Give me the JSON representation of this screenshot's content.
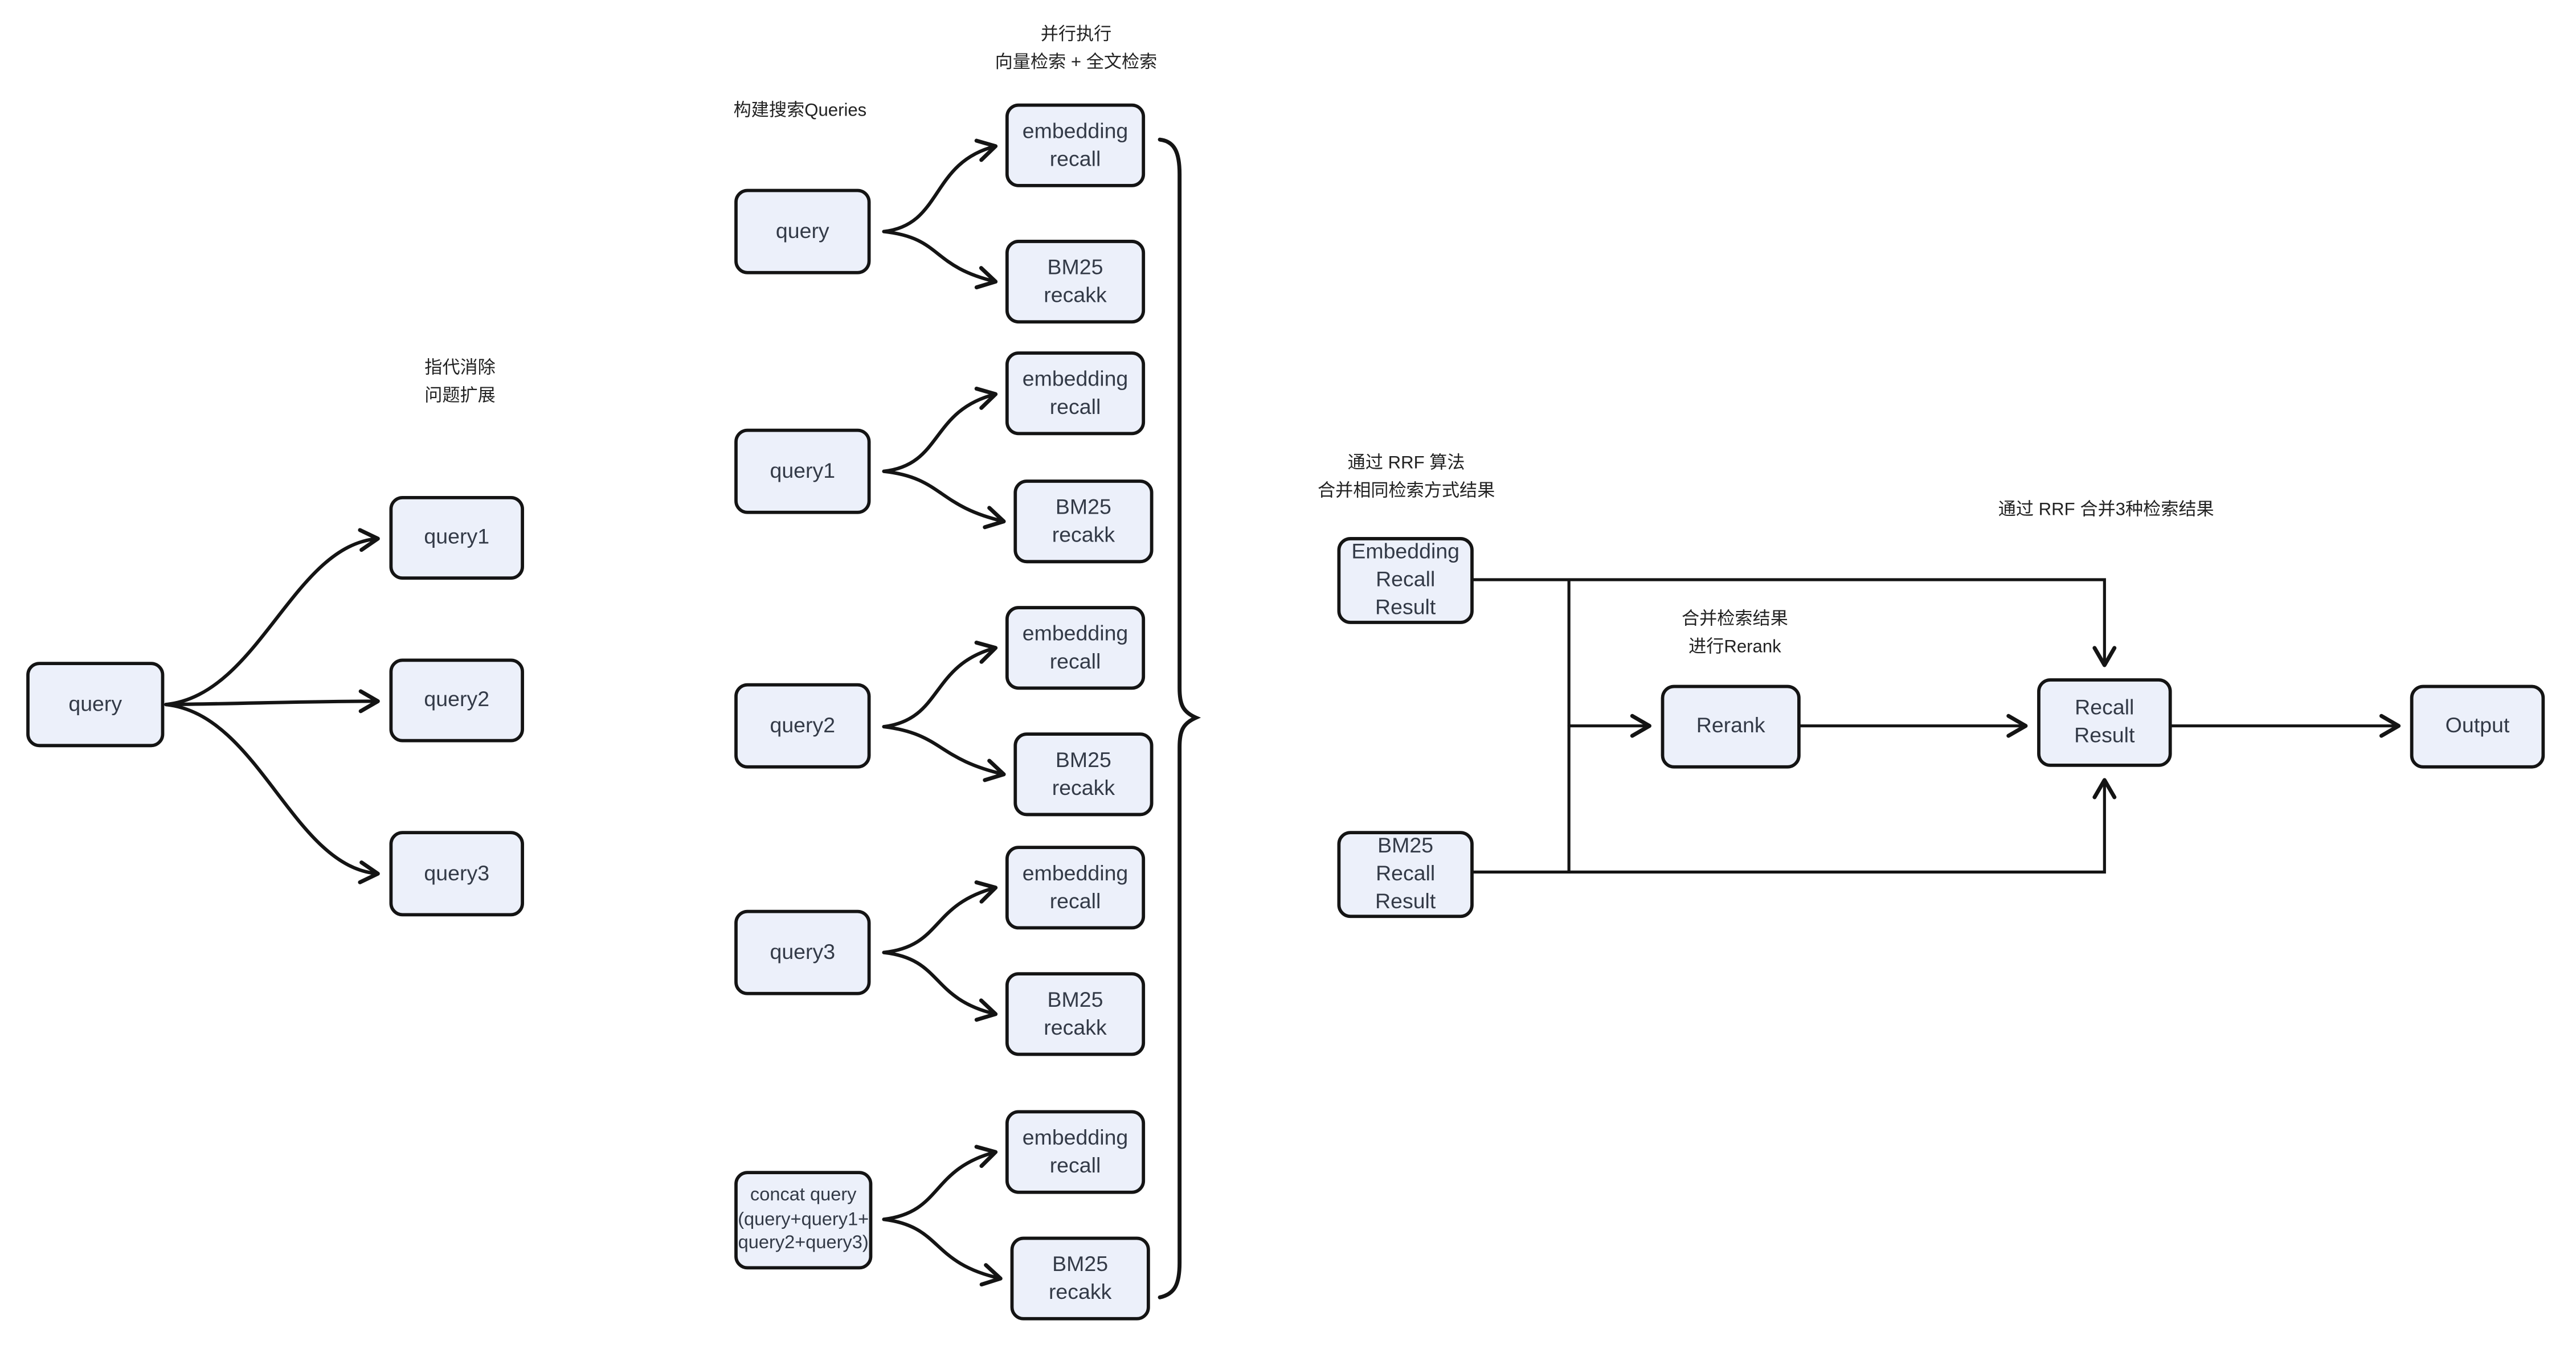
{
  "diagram": {
    "annotations": {
      "parallel_exec": "并行执行\n向量检索 + 全文检索",
      "build_queries": "构建搜索Queries",
      "coref_expand": "指代消除\n问题扩展",
      "rrf_same_method": "通过 RRF 算法\n合并相同检索方式结果",
      "merge_rerank": "合并检索结果\n进行Rerank",
      "rrf_merge3": "通过 RRF 合并3种检索结果"
    },
    "nodes": {
      "left_query": "query",
      "left_query1": "query1",
      "left_query2": "query2",
      "left_query3": "query3",
      "mid_query": "query",
      "mid_query1": "query1",
      "mid_query2": "query2",
      "mid_query3": "query3",
      "concat_query": "concat query\n(query+query1+\nquery2+query3)",
      "emb_recall": "embedding\nrecall",
      "bm25_recall": "BM25\nrecakk",
      "emb_result": "Embedding\nRecall\nResult",
      "bm25_result": "BM25\nRecall\nResult",
      "rerank": "Rerank",
      "recall_result": "Recall\nResult",
      "output": "Output"
    },
    "colors": {
      "node_fill": "#ecf0fa",
      "node_border": "#141414",
      "node_text": "#333a47",
      "label_text": "#222222",
      "edge": "#141414",
      "background": "#ffffff"
    }
  }
}
